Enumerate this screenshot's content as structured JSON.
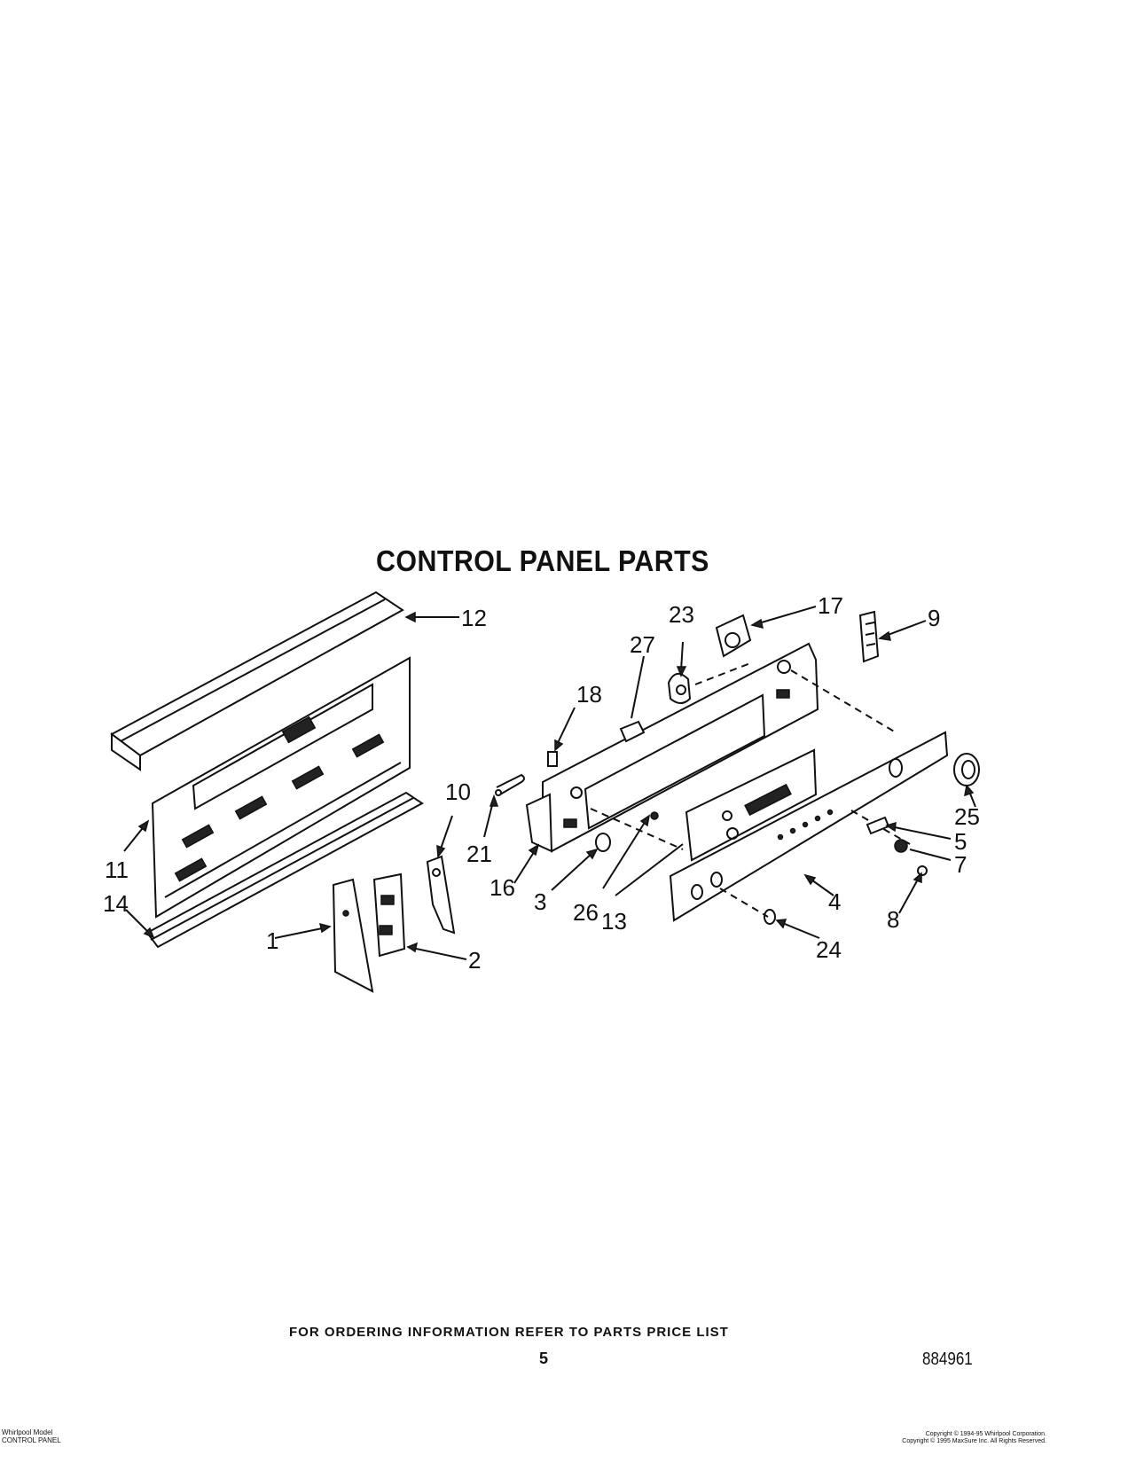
{
  "title": "CONTROL PANEL PARTS",
  "callouts": [
    "12",
    "11",
    "14",
    "1",
    "2",
    "10",
    "17",
    "9",
    "23",
    "27",
    "18",
    "21",
    "16",
    "3",
    "26",
    "13",
    "4",
    "24",
    "25",
    "5",
    "7",
    "8"
  ],
  "footer": {
    "ordering": "FOR ORDERING INFORMATION REFER TO PARTS PRICE LIST",
    "page_number": "5",
    "document_number": "884961",
    "model_note_line1": "Whirlpool Model",
    "model_note_line2": "CONTROL PANEL",
    "copyright_line1": "Copyright © 1994-95 Whirlpool Corporation.",
    "copyright_line2": "Copyright © 1995 MaxSure Inc. All Rights Reserved."
  }
}
